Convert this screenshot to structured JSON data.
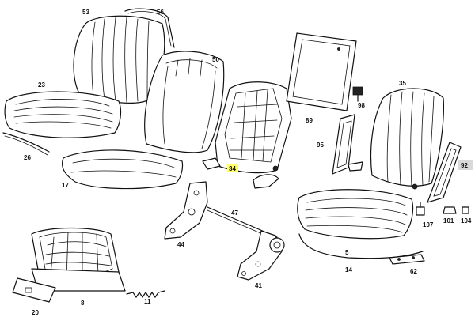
{
  "callouts": {
    "c53": "53",
    "c56": "56",
    "c50": "50",
    "c23": "23",
    "c26": "26",
    "c17": "17",
    "c34": "34",
    "c89": "89",
    "c98": "98",
    "c35": "35",
    "c95": "95",
    "c92": "92",
    "c47": "47",
    "c44": "44",
    "c41": "41",
    "c5": "5",
    "c14": "14",
    "c62": "62",
    "c107": "107",
    "c101": "101",
    "c104": "104",
    "c8": "8",
    "c20": "20",
    "c11": "11"
  },
  "highlights": {
    "selected_part": "34",
    "selected_color": "#ffff66",
    "secondary_part": "92",
    "secondary_color": "#d9d9d9"
  }
}
